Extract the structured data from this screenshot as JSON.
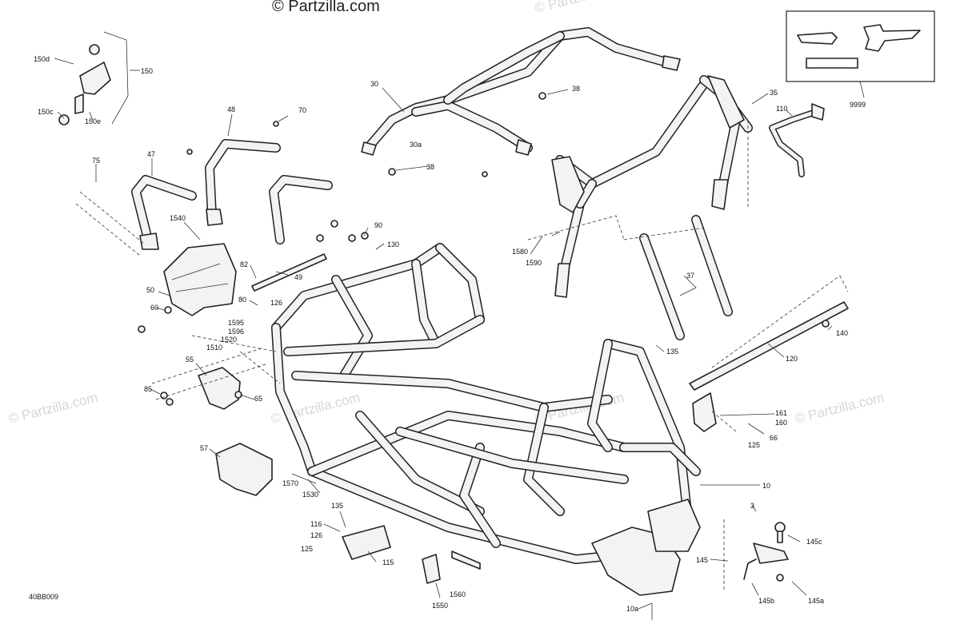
{
  "watermark": {
    "top_copyright": "© Partzilla.com",
    "left": "© Partzilla.com",
    "right": "© Partzilla.com",
    "center_left": "© Partzilla.com",
    "center": "© Partzilla.com",
    "center_right": "© Partzilla.com"
  },
  "diagram_code": "40BB009",
  "inset_callout": "9999",
  "callouts": {
    "c1": "150d",
    "c2": "150",
    "c3": "150c",
    "c4": "150e",
    "c5": "48",
    "c6": "70",
    "c7": "47",
    "c8": "75",
    "c9": "1540",
    "c10": "90",
    "c11": "130",
    "c12": "82",
    "c13": "49",
    "c14": "50",
    "c15": "80",
    "c16": "126",
    "c17": "60",
    "c18": "1595",
    "c19": "1596",
    "c20": "1520",
    "c21": "1510",
    "c22": "55",
    "c23": "85",
    "c24": "65",
    "c25": "57",
    "c26": "30",
    "c27": "38",
    "c28": "30a",
    "c29": "38",
    "c30": "35",
    "c31": "110",
    "c32": "1580",
    "c33": "1590",
    "c34": "37",
    "c35": "140",
    "c36": "135",
    "c37": "120",
    "c38": "161",
    "c39": "160",
    "c40": "66",
    "c41": "125",
    "c42": "10",
    "c43": "1570",
    "c44": "1530",
    "c45": "135",
    "c46": "116",
    "c47": "126",
    "c48": "125",
    "c49": "115",
    "c50": "1560",
    "c51": "1550",
    "c52": "3",
    "c53": "145c",
    "c54": "145",
    "c55": "145b",
    "c56": "145a",
    "c57": "10a"
  },
  "colors": {
    "line": "#222222",
    "part_fill": "#f3f3f3",
    "watermark": "#d6d6d6"
  }
}
